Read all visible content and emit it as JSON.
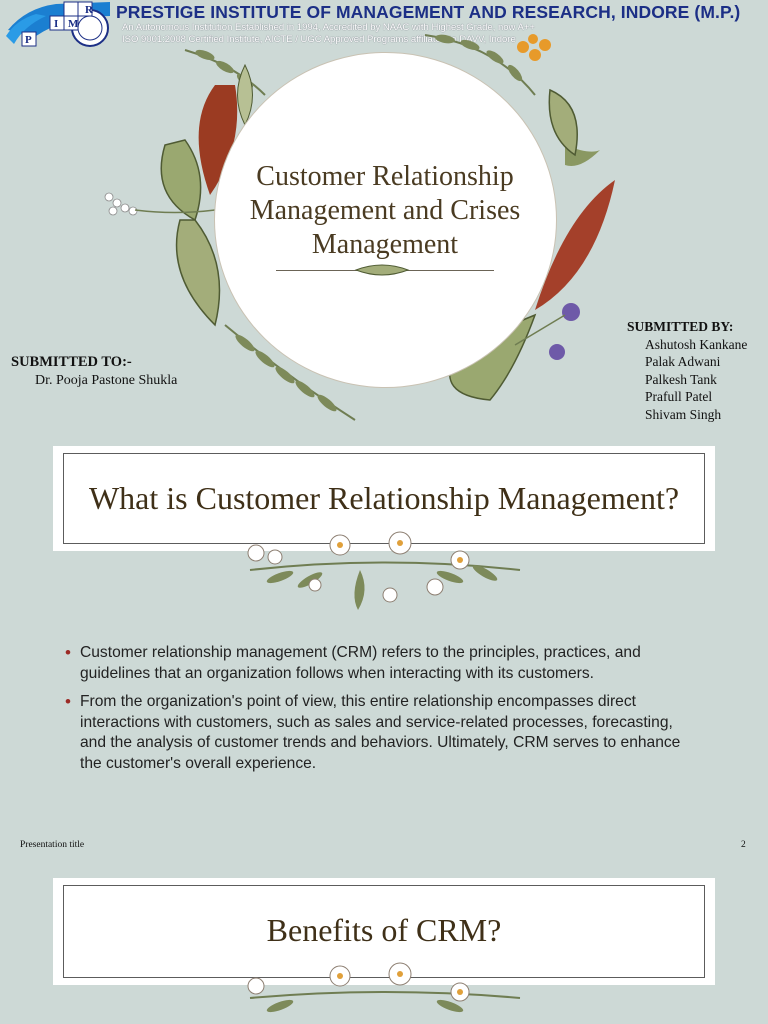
{
  "header": {
    "institute_name": "PRESTIGE INSTITUTE OF MANAGEMENT AND RESEARCH, INDORE (M.P.)",
    "line1": "An Autonomous Institution Established in 1994, Accredited by NAAC with Highest Grade, now A++",
    "line2": "ISO 9001:2008 Certified Institute, AICTE / UGC Approved Programs affiliated to DAVV, Indore",
    "logo_letters": [
      "R",
      "M",
      "I",
      "P"
    ]
  },
  "slide1": {
    "title": "Customer Relationship Management and Crises Management",
    "submitted_to_label": "SUBMITTED TO:-",
    "submitted_to_name": "Dr. Pooja Pastone Shukla",
    "submitted_by_label": "SUBMITTED BY:",
    "submitted_by": [
      "Ashutosh Kankane",
      "Palak Adwani",
      "Palkesh Tank",
      "Prafull Patel",
      "Shivam Singh"
    ]
  },
  "slide2": {
    "title": "What is Customer Relationship Management?",
    "bullets": [
      "Customer relationship management (CRM) refers to the principles, practices, and guidelines that an organization follows when interacting with its customers.",
      "From the organization's point of view, this entire relationship encompasses direct interactions with customers, such as sales and service-related processes, forecasting, and the analysis of customer trends and behaviors. Ultimately, CRM serves to enhance the customer's overall experience."
    ],
    "footer_left": "Presentation title",
    "footer_right": "2"
  },
  "slide3": {
    "title": "Benefits of CRM?"
  },
  "colors": {
    "background": "#cdd9d6",
    "institute_blue": "#1c2f86",
    "title_brown": "#4a3b22",
    "bullet_red": "#9c2b26"
  }
}
